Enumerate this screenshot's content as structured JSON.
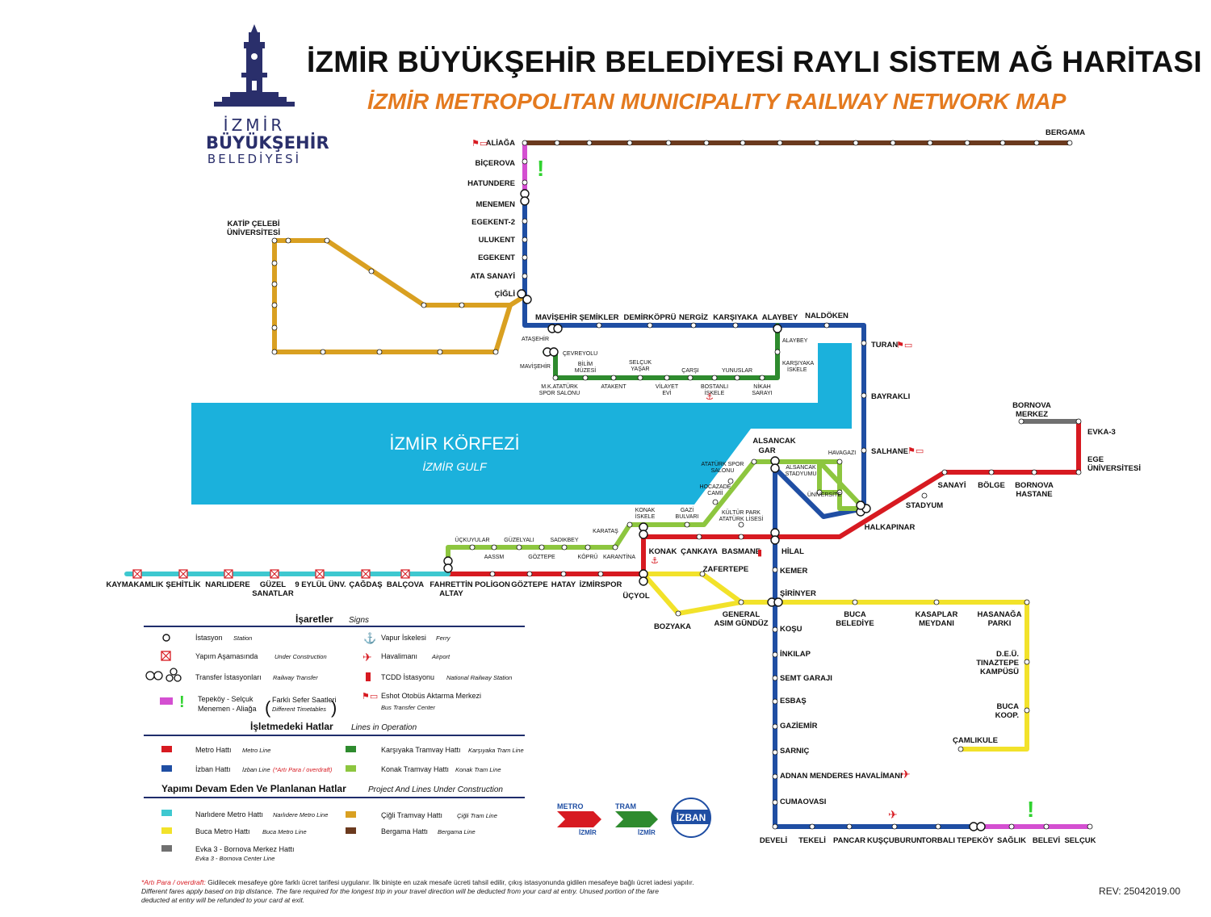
{
  "header": {
    "title": "İZMİR BÜYÜKŞEHİR BELEDİYESİ RAYLI SİSTEM AĞ HARİTASI",
    "subtitle": "İZMİR METROPOLITAN MUNICIPALITY RAILWAY NETWORK MAP"
  },
  "logo": {
    "line1": "İZMİR",
    "line2": "BÜYÜKŞEHİR",
    "line3": "BELEDİYESİ"
  },
  "gulf": {
    "name": "İZMİR KÖRFEZİ",
    "name_en": "İZMİR GULF"
  },
  "colors": {
    "metro": "#d71a21",
    "izban": "#1f4ea3",
    "karsiyaka_tram": "#2e8b2e",
    "konak_tram": "#8dc63f",
    "narlidere": "#3ec8d0",
    "buca": "#f2e22a",
    "cigli_tram": "#d9a021",
    "bergama": "#6b3a1e",
    "evka3": "#707070",
    "different_timetable": "#d44fd1",
    "gulf": "#1bb1dc"
  },
  "stations": {
    "aliaga": "ALİAĞA",
    "bicerova": "BİÇEROVA",
    "hatundere": "HATUNDERE",
    "menemen": "MENEMEN",
    "egekent2": "EGEKENT-2",
    "ulukent": "ULUKENT",
    "egekent": "EGEKENT",
    "atasanayi": "ATA SANAYİ",
    "cigli": "ÇİĞLİ",
    "bergama": "BERGAMA",
    "katip": "KATİP ÇELEBİ",
    "katip2": "ÜNİVERSİTESİ",
    "mavisehir": "MAVİŞEHİR",
    "semikler": "ŞEMİKLER",
    "demirkopru": "DEMİRKÖPRÜ",
    "nergiz": "NERGİZ",
    "karsiyaka": "KARŞIYAKA",
    "alaybey": "ALAYBEY",
    "naldoken": "NALDÖKEN",
    "turan": "TURAN",
    "bayrakli": "BAYRAKLI",
    "salhane": "SALHANE",
    "halkapinar": "HALKAPINAR",
    "alsancak1": "ALSANCAK",
    "alsancak2": "GAR",
    "hilal": "HİLAL",
    "kemer": "KEMER",
    "sirinyer": "ŞİRİNYER",
    "kosu": "KOŞU",
    "inkilap": "İNKILAP",
    "semtgaraji": "SEMT GARAJI",
    "esbas": "ESBAŞ",
    "gaziemir": "GAZİEMİR",
    "sarnic": "SARNIÇ",
    "havalimani": "ADNAN MENDERES HAVALİMANI",
    "cumaovasi": "CUMAOVASI",
    "develi": "DEVELİ",
    "tekeli": "TEKELİ",
    "pancar": "PANCAR",
    "kuscuburun": "KUŞÇUBURUN",
    "torbali": "TORBALI",
    "tepekoy": "TEPEKÖY",
    "saglik": "SAĞLIK",
    "belevi": "BELEVİ",
    "selcuk": "SELÇUK",
    "kaymakamlik": "KAYMAKAMLIK",
    "sehitlik": "ŞEHİTLİK",
    "narlidere": "NARLIDERE",
    "guzel1": "GÜZEL",
    "guzel2": "SANATLAR",
    "eylul": "9 EYLÜL ÜNV.",
    "cagdas": "ÇAĞDAŞ",
    "balcova": "BALÇOVA",
    "fahrettin1": "FAHRETTİN",
    "fahrettin2": "ALTAY",
    "poligon": "POLİGON",
    "goztepe": "GÖZTEPE",
    "hatay": "HATAY",
    "izmirspor": "İZMİRSPOR",
    "ucyol": "ÜÇYOL",
    "konak": "KONAK",
    "cankaya": "ÇANKAYA",
    "basmane": "BASMANE",
    "stadyum": "STADYUM",
    "sanayi": "SANAYİ",
    "bolge": "BÖLGE",
    "bornova1": "BORNOVA",
    "bornova2": "HASTANE",
    "ege1": "EGE",
    "ege2": "ÜNİVERSİTESİ",
    "evka3": "EVKA-3",
    "bmerkez1": "BORNOVA",
    "bmerkez2": "MERKEZ",
    "zafertepe": "ZAFERTEPE",
    "bozyaka": "BOZYAKA",
    "general1": "GENERAL",
    "general2": "ASIM GÜNDÜZ",
    "bucabel1": "BUCA",
    "bucabel2": "BELEDİYE",
    "kasaplar1": "KASAPLAR",
    "kasaplar2": "MEYDANI",
    "hasanaga1": "HASANAĞA",
    "hasanaga2": "PARKI",
    "deu1": "D.E.Ü.",
    "deu2": "TINAZTEPE",
    "deu3": "KAMPÜSÜ",
    "bucakoop1": "BUCA",
    "bucakoop2": "KOOP.",
    "camlikule": "ÇAMLIKULE"
  },
  "tram_stops": {
    "atasehir": "ATAŞEHİR",
    "cevreyolu": "ÇEVREYOLU",
    "mavisehir_t": "MAVİŞEHİR",
    "mk1": "M.K.ATATÜRK",
    "mk2": "SPOR SALONU",
    "bilim1": "BİLİM",
    "bilim2": "MÜZESİ",
    "atakent": "ATAKENT",
    "selcuk1": "SELÇUK",
    "selcuk2": "YAŞAR",
    "vilayet1": "VİLAYET",
    "vilayet2": "EVİ",
    "carsi": "ÇARŞI",
    "bostanli1": "BOSTANLI",
    "bostanli2": "İSKELE",
    "yunuslar": "YUNUSLAR",
    "nikah1": "NİKAH",
    "nikah2": "SARAYI",
    "kiskele1": "KARŞIYAKA",
    "kiskele2": "İSKELE",
    "alaybey_t": "ALAYBEY",
    "halkapinar_t": "HAVAGAZI",
    "alsancak_st1": "ALSANCAK",
    "alsancak_st2": "STADYUMU",
    "universite": "ÜNİVERSİTE",
    "ataturkspor1": "ATATÜRK SPOR",
    "ataturkspor2": "SALONU",
    "hocazade1": "HOCAZADE",
    "hocazade2": "CAMİİ",
    "kulturpark1": "KÜLTÜR PARK",
    "kulturpark2": "ATATÜRK LİSESİ",
    "gazi1": "GAZİ",
    "gazi2": "BULVARI",
    "konakisk1": "KONAK",
    "konakisk2": "İSKELE",
    "karatas": "KARATAŞ",
    "karantina": "KARANTİNA",
    "kopru": "KÖPRÜ",
    "goztepe_t": "GÖZTEPE",
    "sadikbey": "SADIKBEY",
    "aassm": "AASSM",
    "guzelyali": "GÜZELYALI",
    "uckuyular": "ÜÇKUYULAR"
  },
  "legend": {
    "signs_title": "İşaretler",
    "signs_title_en": "Signs",
    "station": "İstasyon",
    "station_en": "Station",
    "construction": "Yapım Aşamasında",
    "construction_en": "Under Construction",
    "transfer": "Transfer İstasyonları",
    "transfer_en": "Railway Transfer",
    "timetable1": "Tepeköy - Selçuk",
    "timetable2": "Menemen - Aliağa",
    "timetable_note": "Farklı Sefer Saatleri",
    "timetable_note_en": "Different Timetables",
    "ferry": "Vapur İskelesi",
    "ferry_en": "Ferry",
    "airport": "Havalimanı",
    "airport_en": "Airport",
    "tcdd": "TCDD İstasyonu",
    "tcdd_en": "National Railway Station",
    "eshot": "Eshot Otobüs Aktarma Merkezi",
    "eshot_en": "Bus Transfer Center",
    "ops_title": "İşletmedeki Hatlar",
    "ops_title_en": "Lines in Operation",
    "metro": "Metro Hattı",
    "metro_en": "Metro Line",
    "izban": "İzban Hattı",
    "izban_en": "İzban Line",
    "izban_note": "(*Artı Para / overdraft)",
    "karsiyaka_tram": "Karşıyaka Tramvay Hattı",
    "karsiyaka_tram_en": "Karşıyaka Tram Line",
    "konak_tram": "Konak Tramvay Hattı",
    "konak_tram_en": "Konak Tram Line",
    "proj_title": "Yapımı Devam Eden Ve Planlanan Hatlar",
    "proj_title_en": "Project And Lines Under Construction",
    "narlidere": "Narlıdere Metro Hattı",
    "narlidere_en": "Narlıdere Metro Line",
    "cigli_tram": "Çiğli Tramvay Hattı",
    "cigli_tram_en": "Çiğli Tram Line",
    "buca": "Buca Metro Hattı",
    "buca_en": "Buca Metro Line",
    "bergama": "Bergama Hattı",
    "bergama_en": "Bergama Line",
    "evka": "Evka 3 - Bornova Merkez Hattı",
    "evka_en": "Evka 3 - Bornova Center Line"
  },
  "brands": {
    "metro1": "METRO",
    "metro2": "İZMİR",
    "tram1": "TRAM",
    "tram2": "İZMİR",
    "izban": "İZBAN"
  },
  "footnote": {
    "label": "*Artı Para / overdraft:",
    "line1": "Gidilecek mesafeye göre farklı ücret tarifesi uygulanır. İlk binişte en uzak mesafe ücreti tahsil edilir, çıkış istasyonunda gidilen mesafeye bağlı ücret iadesi yapılır.",
    "line2": "Different fares apply based on trip distance. The fare required for the longest trip in your travel direction will be deducted from your card at entry. Unused portion of the fare",
    "line3": "deducted at entry will be refunded to your card at exit."
  },
  "revision": "REV: 25042019.00"
}
